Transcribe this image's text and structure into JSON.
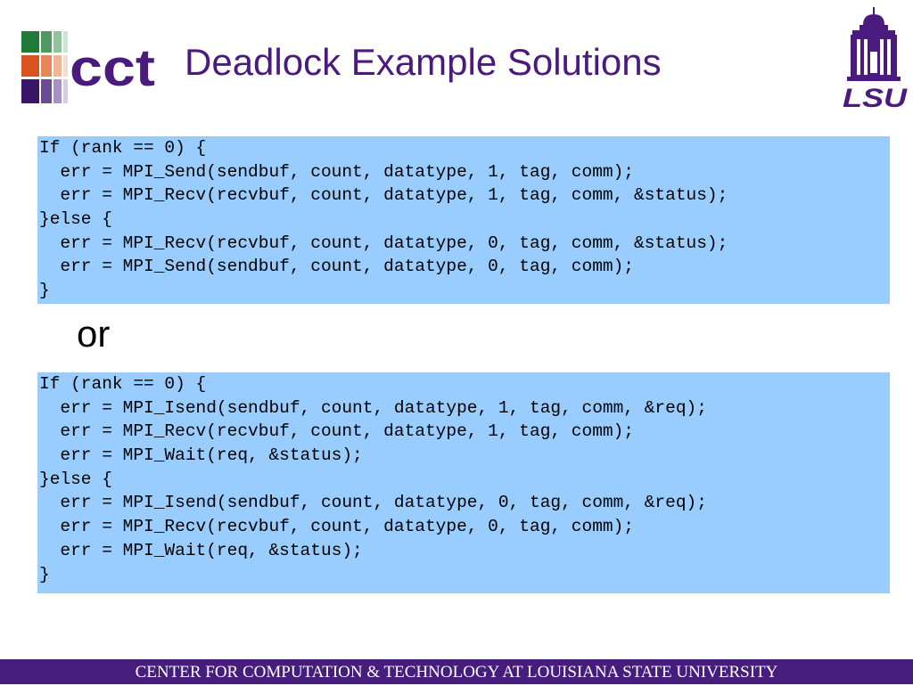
{
  "slide": {
    "title": "Deadlock Example Solutions",
    "separator": "or",
    "footer": "CENTER FOR COMPUTATION & TECHNOLOGY AT LOUISIANA STATE UNIVERSITY"
  },
  "logos": {
    "left": {
      "text": "cct",
      "color": "#4b1a7e"
    },
    "right": {
      "text": "LSU",
      "color": "#4b1a7e"
    }
  },
  "colors": {
    "title": "#4b1a7e",
    "code_background": "#99ccff",
    "footer_background": "#461d7c",
    "footer_text": "#ffffff"
  },
  "code_blocks": [
    {
      "lines": [
        "If (rank == 0) {",
        "  err = MPI_Send(sendbuf, count, datatype, 1, tag, comm);",
        "  err = MPI_Recv(recvbuf, count, datatype, 1, tag, comm, &status);",
        "}else {",
        "  err = MPI_Recv(recvbuf, count, datatype, 0, tag, comm, &status);",
        "  err = MPI_Send(sendbuf, count, datatype, 0, tag, comm);",
        "}"
      ]
    },
    {
      "lines": [
        "If (rank == 0) {",
        "  err = MPI_Isend(sendbuf, count, datatype, 1, tag, comm, &req);",
        "  err = MPI_Recv(recvbuf, count, datatype, 1, tag, comm);",
        "  err = MPI_Wait(req, &status);",
        "}else {",
        "  err = MPI_Isend(sendbuf, count, datatype, 0, tag, comm, &req);",
        "  err = MPI_Recv(recvbuf, count, datatype, 0, tag, comm);",
        "  err = MPI_Wait(req, &status);",
        "}"
      ]
    }
  ]
}
